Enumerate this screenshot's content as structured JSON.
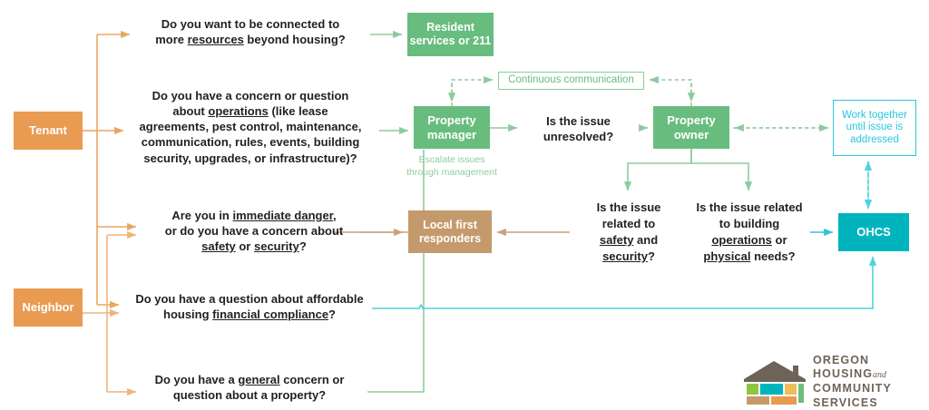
{
  "diagram": {
    "title": "Oregon Housing and Community Services tenant/neighbor concern routing flowchart",
    "colors": {
      "orange": "#E89B51",
      "orange_line": "#E8A760",
      "orange_line_light": "#F2BD84",
      "green": "#68BD7E",
      "green_line": "#8DCB9E",
      "tan": "#C49A6C",
      "tan_line": "#C9A27C",
      "teal": "#00B4BE",
      "teal_line": "#4ED2E0",
      "text_dark": "#221F1F",
      "logo_brown": "#6E6358"
    },
    "nodes": {
      "tenant": "Tenant",
      "neighbor": "Neighbor",
      "resident_services": "Resident services or 211",
      "property_manager": "Property manager",
      "property_owner": "Property owner",
      "local_first_responders": "Local first responders",
      "ohcs": "OHCS",
      "work_together": "Work together until issue is addressed",
      "continuous_communication": "Continuous communication"
    },
    "captions": {
      "escalate": "Escalate issues through management"
    },
    "questions": {
      "resources": {
        "line1": "Do you want to be connected to",
        "line2_pre": "more ",
        "line2_underline": "resources",
        "line2_post": " beyond housing?"
      },
      "operations": {
        "line1": "Do you have a concern or question",
        "line2_pre": "about ",
        "line2_underline": "operations",
        "line2_post": " (like lease",
        "line3": "agreements, pest control, maintenance,",
        "line4": "communication, rules, events, building",
        "line5": "security, upgrades, or infrastructure)?"
      },
      "danger": {
        "line1_pre": "Are you in ",
        "line1_underline": "immediate danger",
        "line1_post": ",",
        "line2": "or do you have a concern about",
        "line3_u1": "safety",
        "line3_mid": " or ",
        "line3_u2": "security",
        "line3_post": "?"
      },
      "financial": {
        "line1": "Do you have a question about affordable",
        "line2_pre": "housing ",
        "line2_underline": "financial compliance",
        "line2_post": "?"
      },
      "general": {
        "line1_pre": "Do you have a ",
        "line1_underline": "general",
        "line1_post": " concern or",
        "line2": "question about a property?"
      },
      "unresolved": {
        "line1": "Is the issue",
        "line2": "unresolved?"
      },
      "safety_security": {
        "line1": "Is the issue",
        "line2": "related to",
        "line3_u": "safety",
        "line3_post": " and",
        "line4_u": "security",
        "line4_post": "?"
      },
      "building_ops": {
        "line1": "Is the issue related",
        "line2": "to building",
        "line3_u": "operations",
        "line3_post": " or",
        "line4_u": "physical",
        "line4_post": " needs?"
      }
    },
    "logo": {
      "line1": "OREGON HOUSING",
      "line1_and": "and",
      "line2": "COMMUNITY SERVICES",
      "swatches": [
        "#8DC63F",
        "#00B4BE",
        "#EDBC5B",
        "#6CBE7E",
        "#C49A6C",
        "#E89B51"
      ],
      "roof_color": "#6E6358"
    }
  }
}
